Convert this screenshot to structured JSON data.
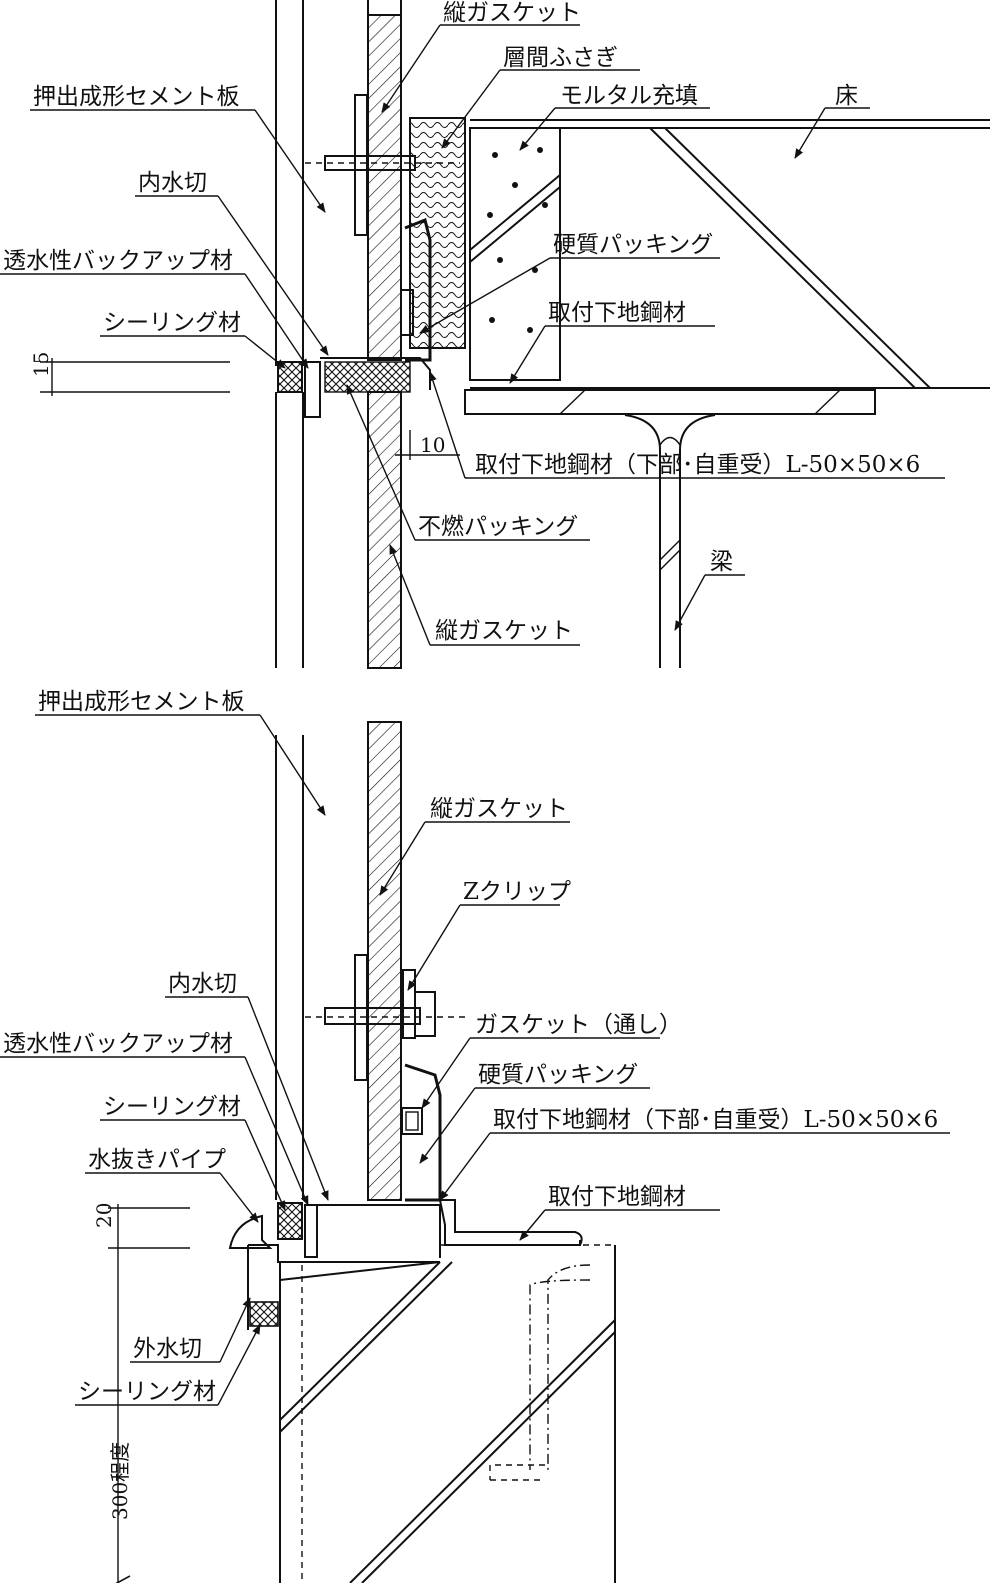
{
  "top": {
    "labels": {
      "vertical_gasket_1": "縦ガスケット",
      "interlayer_seal": "層間ふさぎ",
      "mortar_fill": "モルタル充填",
      "floor": "床",
      "ecp_panel": "押出成形セメント板",
      "inner_flashing": "内水切",
      "hard_packing": "硬質パッキング",
      "permeable_backup": "透水性バックアップ材",
      "sealant": "シーリング材",
      "mounting_steel": "取付下地鋼材",
      "dim_15": "15",
      "dim_10": "10",
      "lower_angle": "取付下地鋼材（下部･自重受）L-50×50×6",
      "nonflammable_packing": "不燃パッキング",
      "beam": "梁",
      "vertical_gasket_2": "縦ガスケット"
    }
  },
  "bottom": {
    "labels": {
      "ecp_panel": "押出成形セメント板",
      "vertical_gasket": "縦ガスケット",
      "z_clip": "Zクリップ",
      "inner_flashing": "内水切",
      "gasket_through": "ガスケット（通し）",
      "permeable_backup": "透水性バックアップ材",
      "hard_packing": "硬質パッキング",
      "sealant_1": "シーリング材",
      "lower_angle": "取付下地鋼材（下部･自重受）L-50×50×6",
      "drain_pipe": "水抜きパイプ",
      "mounting_steel": "取付下地鋼材",
      "dim_20": "20",
      "outer_flashing": "外水切",
      "sealant_2": "シーリング材",
      "dim_300": "300程度"
    }
  }
}
